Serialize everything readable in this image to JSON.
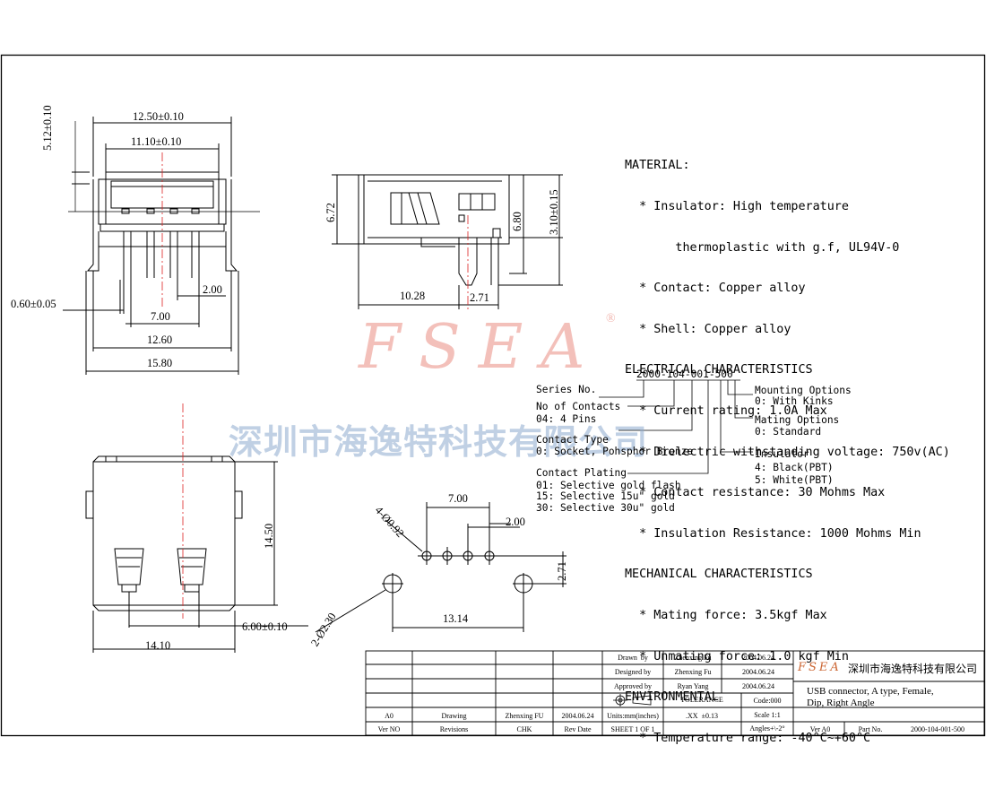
{
  "watermark": {
    "logo": "FSEA",
    "registered": "®",
    "company": "深圳市海逸特科技有限公司"
  },
  "specs": [
    "MATERIAL:",
    "  * Insulator: High temperature",
    "       thermoplastic with g.f, UL94V-0",
    "  * Contact: Copper alloy",
    "  * Shell: Copper alloy",
    "ELECTRICAL CHARACTERISTICS",
    "  * Current rating: 1.0A Max",
    "  * Dielectric withstanding voltage: 750v(AC)",
    "  * Contact resistance: 30 Mohms Max",
    "  * Insulation Resistance: 1000 Mohms Min",
    "MECHANICAL CHARACTERISTICS",
    "  * Mating force: 3.5kgf Max",
    "  * Unmating force: 1.0 kgf Min",
    "ENVIRONMENTAL",
    "  * Temperature range: -40°C~+60°C"
  ],
  "part_number": {
    "code": "2000-104-001-500",
    "series": "Series No.",
    "contacts_title": "No of Contacts",
    "contacts_value": "04: 4 Pins",
    "contact_type_title": "Contact Type",
    "contact_type_value": "0: Socket, Pohsphor Bronze",
    "plating_title": "Contact Plating",
    "plating_1": "01: Selective gold flash",
    "plating_2": "15: Selective 15u\" gold",
    "plating_3": "30: Selective 30u\" gold",
    "mounting_title": "Mounting Options",
    "mounting_value": "0: With Kinks",
    "mating_title": "Mating Options",
    "mating_value": "0: Standard",
    "insulator_title": "Insulator",
    "insulator_1": "4: Black(PBT)",
    "insulator_2": "5: White(PBT)"
  },
  "dimensions": {
    "front_12_50": "12.50±0.10",
    "front_11_10": "11.10±0.10",
    "front_5_12": "5.12±0.10",
    "front_0_60": "0.60±0.05",
    "front_2_00": "2.00",
    "front_7_00": "7.00",
    "front_12_60": "12.60",
    "front_15_80": "15.80",
    "side_6_72": "6.72",
    "side_6_80": "6.80",
    "side_3_10": "3.10±0.15",
    "side_10_28": "10.28",
    "side_2_71": "2.71",
    "top_14_50": "14.50",
    "top_6_00": "6.00±0.10",
    "top_14_10": "14.10",
    "pcb_7_00": "7.00",
    "pcb_2_00": "2.00",
    "pcb_4_holes": "4-Ø0.92",
    "pcb_2_71": "2.71",
    "pcb_13_14": "13.14",
    "pcb_2_holes": "2-Ø2.30"
  },
  "title_block": {
    "drawn_by_label": "Drawn  by",
    "drawn_by_name": "Zhenxing Fu",
    "drawn_by_date": "2004.06.24",
    "designed_by_label": "Designed by",
    "designed_by_name": "Zhenxing Fu",
    "designed_by_date": "2004.06.24",
    "approved_by_label": "Approved by",
    "approved_by_name": "Ryan Yang",
    "approved_by_date": "2004.06.24",
    "tolerance_label": "TOLERANCE",
    "code": "Code:000",
    "tolerance_value": ".XX  ±0.13",
    "scale": "Scale 1:1",
    "angles": "Angles+\\-2°",
    "units": "Units:mm(inches)",
    "sheet": "SHEET 1 OF 1",
    "rev_a0": "A0",
    "drawing": "Drawing",
    "rev_name": "Zhenxing FU",
    "rev_date": "2004.06.24",
    "ver_no": "Ver NO",
    "revisions": "Revisions",
    "chk": "CHK",
    "rev_date_label": "Rev Date",
    "logo": "FSEA",
    "company": "深圳市海逸特科技有限公司",
    "title_line1": "USB connector, A type, Female,",
    "title_line2": "Dip, Right Angle",
    "ver_label": "Ver A0",
    "part_label": "Part No.",
    "part_no": "2000-104-001-500"
  }
}
